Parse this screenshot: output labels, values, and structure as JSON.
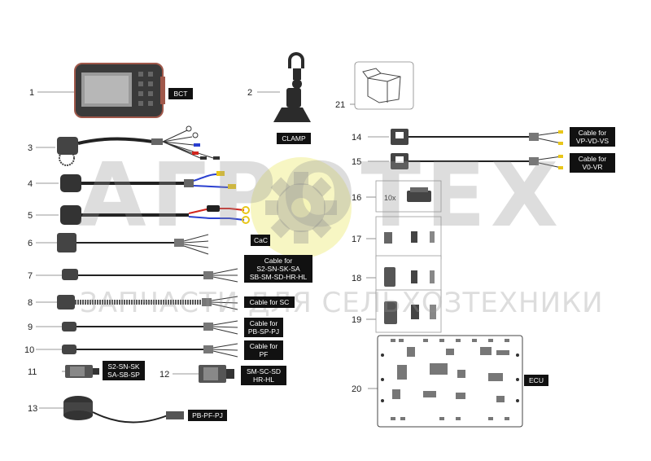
{
  "watermark": {
    "line1": "АГРОТЕХ",
    "line2": "ЗАПЧАСТИ ДЛЯ СЕЛЬХОЗТЕХНИКИ"
  },
  "items": [
    {
      "number": "1",
      "label": "BCT"
    },
    {
      "number": "2",
      "label": "CLAMP"
    },
    {
      "number": "3",
      "label": ""
    },
    {
      "number": "4",
      "label": ""
    },
    {
      "number": "5",
      "label": ""
    },
    {
      "number": "6",
      "label": "CaC"
    },
    {
      "number": "7",
      "label_lines": [
        "Cable for",
        "S2-SN-SK-SA",
        "SB-SM-SD-HR-HL"
      ]
    },
    {
      "number": "8",
      "label": "Cable for SC"
    },
    {
      "number": "9",
      "label_lines": [
        "Cable for",
        "PB-SP-PJ"
      ]
    },
    {
      "number": "10",
      "label_lines": [
        "Cable for",
        "PF"
      ]
    },
    {
      "number": "11",
      "label_lines": [
        "S2-SN-SK",
        "SA-SB-SP"
      ]
    },
    {
      "number": "12",
      "label_lines": [
        "SM-SC-SD",
        "HR-HL"
      ]
    },
    {
      "number": "13",
      "label": "PB-PF-PJ"
    },
    {
      "number": "14",
      "label_lines": [
        "Cable for",
        "VP-VD-VS"
      ]
    },
    {
      "number": "15",
      "label_lines": [
        "Cable for",
        "V0-VR"
      ]
    },
    {
      "number": "16",
      "qty": "10x"
    },
    {
      "number": "17"
    },
    {
      "number": "18"
    },
    {
      "number": "19"
    },
    {
      "number": "20",
      "label": "ECU"
    },
    {
      "number": "21"
    }
  ],
  "colors": {
    "label_bg": "#111111",
    "label_text": "#ffffff",
    "gear": "#f4f3a6",
    "cable": "#222222",
    "wire_yellow": "#e8c61a",
    "wire_blue": "#2a3fd0",
    "wire_red": "#d2261f",
    "screen": "#9a9a9a",
    "device_frame": "#a0584a"
  }
}
